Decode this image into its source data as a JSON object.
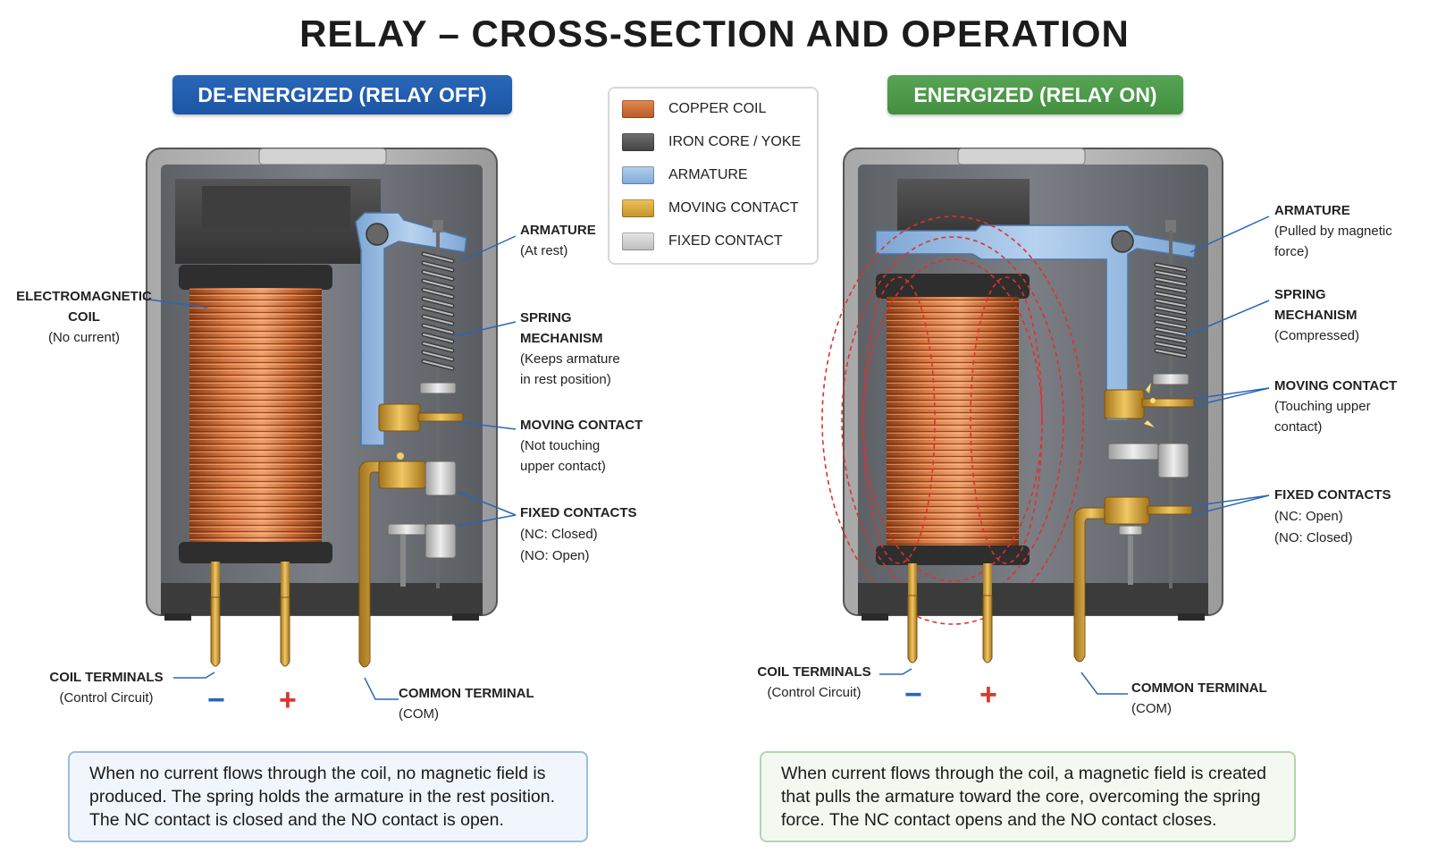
{
  "title": "RELAY – CROSS-SECTION AND OPERATION",
  "states": {
    "off": "DE-ENERGIZED (RELAY OFF)",
    "on": "ENERGIZED (RELAY ON)"
  },
  "legend": [
    {
      "label": "COPPER COIL",
      "color": "#d0703a"
    },
    {
      "label": "IRON CORE / YOKE",
      "color": "#5a5a5a"
    },
    {
      "label": "ARMATURE",
      "color": "#8fb6df"
    },
    {
      "label": "MOVING CONTACT",
      "color": "#d9a93a"
    },
    {
      "label": "FIXED CONTACT",
      "color": "#cfcfcf"
    }
  ],
  "off_labels": {
    "coil_title_1": "ELECTROMAGNETIC",
    "coil_title_2": "COIL",
    "coil_note": "(No current)",
    "armature_title": "ARMATURE",
    "armature_note": "(At rest)",
    "spring_title_1": "SPRING",
    "spring_title_2": "MECHANISM",
    "spring_note_1": "(Keeps armature",
    "spring_note_2": "in rest position)",
    "moving_title": "MOVING CONTACT",
    "moving_note_1": "(Not touching",
    "moving_note_2": "upper contact)",
    "fixed_title": "FIXED CONTACTS",
    "fixed_note_1": "(NC: Closed)",
    "fixed_note_2": "(NO: Open)",
    "coilterm_title": "COIL TERMINALS",
    "coilterm_note": "(Control Circuit)",
    "com_title": "COMMON TERMINAL",
    "com_note": "(COM)"
  },
  "on_labels": {
    "armature_title": "ARMATURE",
    "armature_note_1": "(Pulled by magnetic",
    "armature_note_2": "force)",
    "spring_title_1": "SPRING",
    "spring_title_2": "MECHANISM",
    "spring_note": "(Compressed)",
    "moving_title": "MOVING CONTACT",
    "moving_note_1": "(Touching upper",
    "moving_note_2": "contact)",
    "fixed_title": "FIXED CONTACTS",
    "fixed_note_1": "(NC: Open)",
    "fixed_note_2": "(NO: Closed)",
    "coilterm_title": "COIL TERMINALS",
    "coilterm_note": "(Control Circuit)",
    "com_title": "COMMON TERMINAL",
    "com_note": "(COM)"
  },
  "signs": {
    "minus": "−",
    "plus": "+"
  },
  "descriptions": {
    "off": "When no current flows through the coil, no magnetic field is produced. The spring holds the armature in the rest position. The NC contact is closed and the NO contact is open.",
    "on": "When current flows through the coil, a magnetic field is created that pulls the armature toward the core, overcoming the spring force. The NC contact opens and the NO contact closes."
  },
  "colors": {
    "off_accent": "#1f5aa8",
    "on_accent": "#4a974a",
    "minus": "#2a66b8",
    "plus": "#d63a2e",
    "field_lines": "#e03030"
  }
}
